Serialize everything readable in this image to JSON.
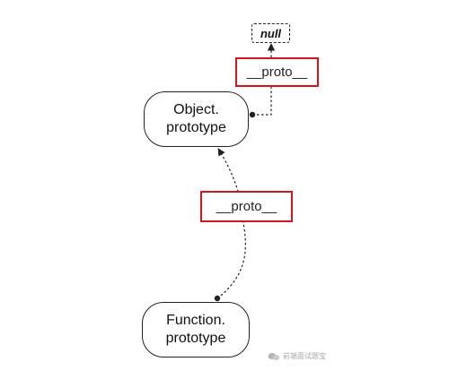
{
  "nodes": {
    "null_label": "null",
    "object_prototype": "Object.\nprototype",
    "function_prototype": "Function.\nprototype"
  },
  "labels": {
    "top_proto": "__proto__",
    "middle_proto": "__proto__"
  },
  "watermark": {
    "text": "前端面试题宝",
    "icon": "wechat-bubble-icon"
  },
  "colors": {
    "label_border": "#d0161e",
    "stroke": "#222222"
  }
}
